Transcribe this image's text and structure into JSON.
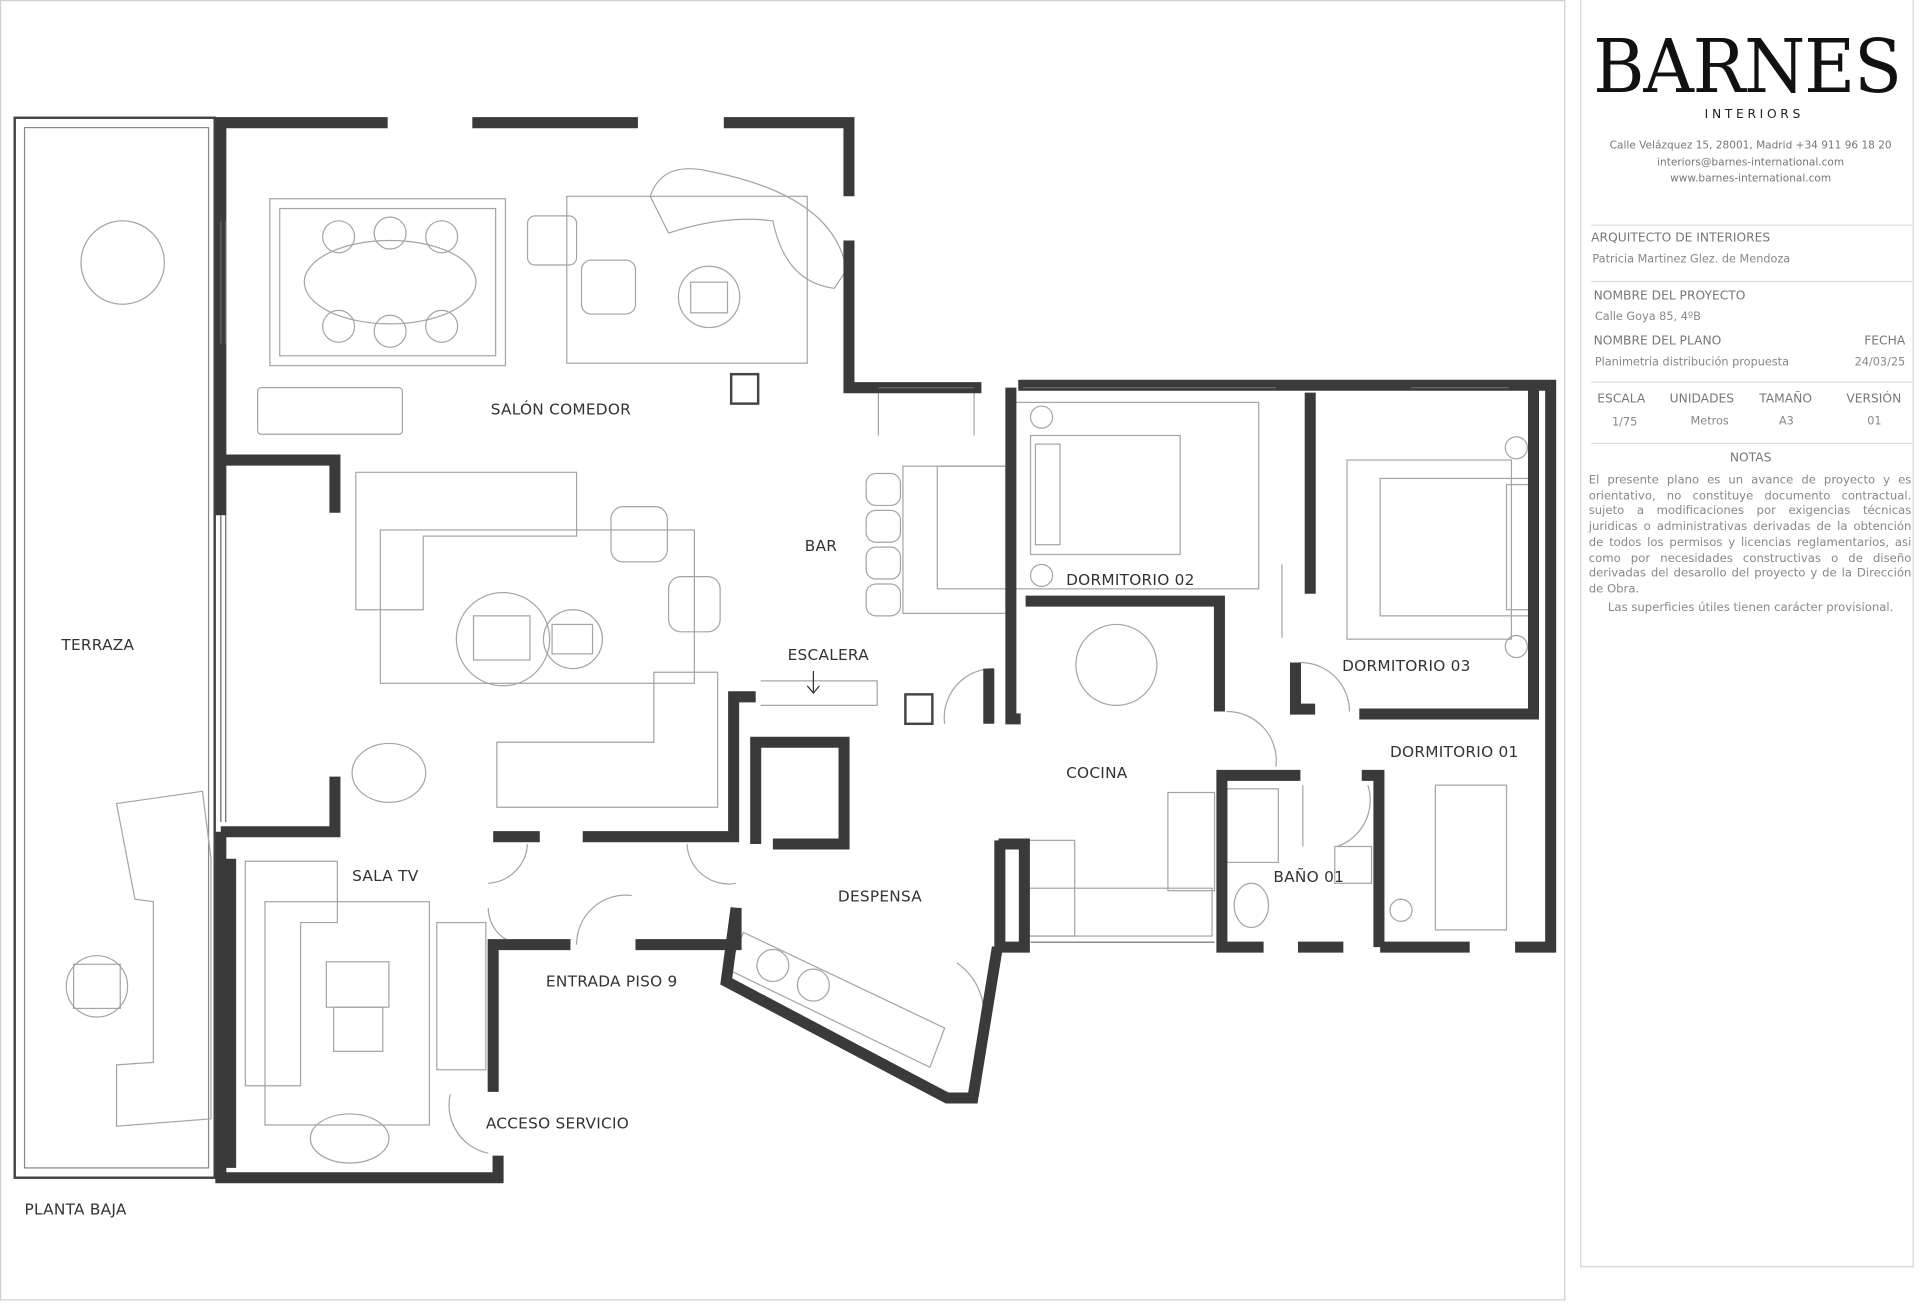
{
  "brand": {
    "name": "BARNES",
    "sub": "INTERIORS",
    "address": "Calle Velázquez 15, 28001, Madrid +34 911 96 18 20",
    "email": "interiors@barnes-international.com",
    "web": "www.barnes-international.com"
  },
  "info": {
    "architect_label": "ARQUITECTO DE INTERIORES",
    "architect": "Patricia Martinez Glez. de Mendoza",
    "project_label": "NOMBRE DEL PROYECTO",
    "project": "Calle Goya 85, 4ºB",
    "plan_label": "NOMBRE DEL PLANO",
    "plan": "Planimetria distribución propuesta",
    "date_label": "FECHA",
    "date": "24/03/25",
    "scale_label": "ESCALA",
    "scale": "1/75",
    "units_label": "UNIDADES",
    "units": "Metros",
    "size_label": "TAMAÑO",
    "size": "A3",
    "version_label": "VERSIÓN",
    "version": "01"
  },
  "notes": {
    "title": "NOTAS",
    "text": "El presente plano es un avance de proyecto y es orientativo, no constituye documento contractual. sujeto a modificaciones por exigencias técnicas juridicas o administrativas derivadas de la obtención de todos los permisos y licencias reglamentarios, asi como por necesidades constructivas o de diseño derivadas del desarollo del proyecto y de la Dirección de Obra.",
    "provisional": "Las superficies útiles tienen carácter provisional."
  },
  "rooms": {
    "terraza": "TERRAZA",
    "salon": "SALÓN COMEDOR",
    "bar": "BAR",
    "escalera": "ESCALERA",
    "dorm02": "DORMITORIO 02",
    "dorm03": "DORMITORIO 03",
    "dorm01": "DORMITORIO 01",
    "cocina": "COCINA",
    "bano": "BAÑO 01",
    "despensa": "DESPENSA",
    "salatv": "SALA TV",
    "entrada": "ENTRADA PISO 9",
    "acceso": "ACCESO SERVICIO",
    "planta": "PLANTA BAJA"
  },
  "colors": {
    "wall": "#3a3a3a",
    "line": "#9a9a9a"
  }
}
